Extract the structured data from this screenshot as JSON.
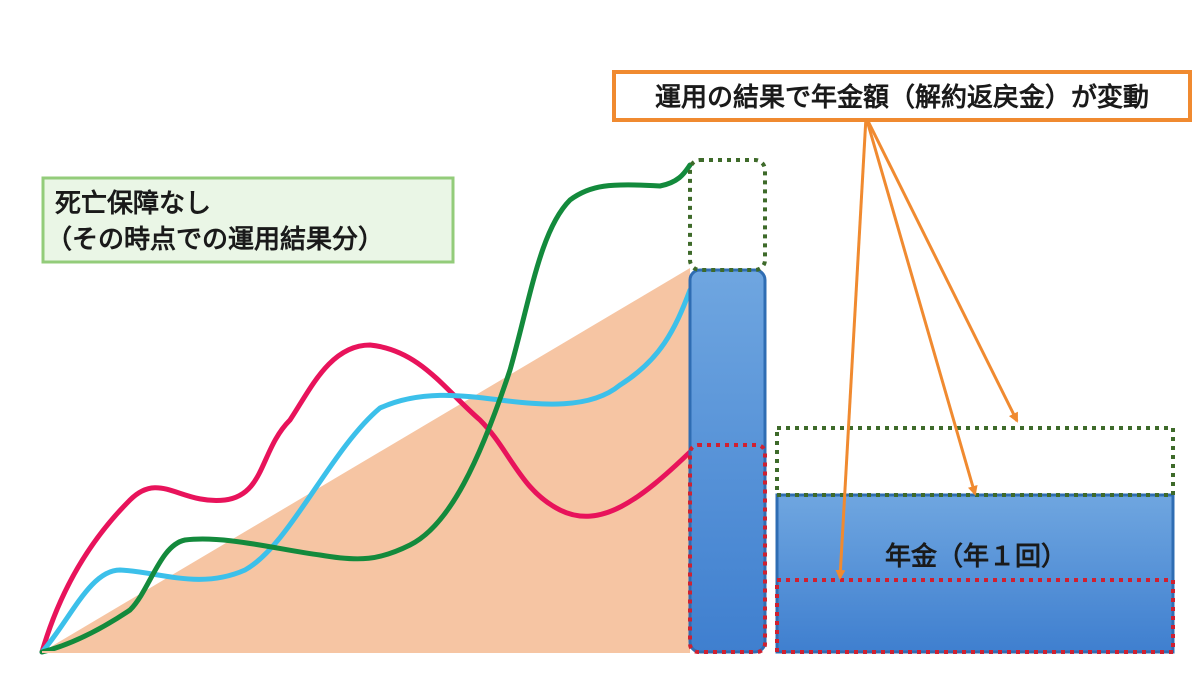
{
  "annotations": {
    "no_death_benefit_line1": "死亡保障なし",
    "no_death_benefit_line2": "（その時点での運用結果分）",
    "pension_variation": "運用の結果で年金額（解約返戻金）が変動",
    "annual_pension": "年金（年１回）"
  },
  "colors": {
    "green_line": "#138a3c",
    "pink_line": "#e8135b",
    "blue_line": "#3cc0ea",
    "triangle_fill": "#f6c5a3",
    "bar_blue": "#4f8fd6",
    "bar_border": "#2f6db3",
    "orange": "#f08a30",
    "green_box_border": "#93cc7a",
    "green_box_fill": "#eaf6e6",
    "red_dotted": "#d02030",
    "green_dotted": "#3e6a2a"
  }
}
